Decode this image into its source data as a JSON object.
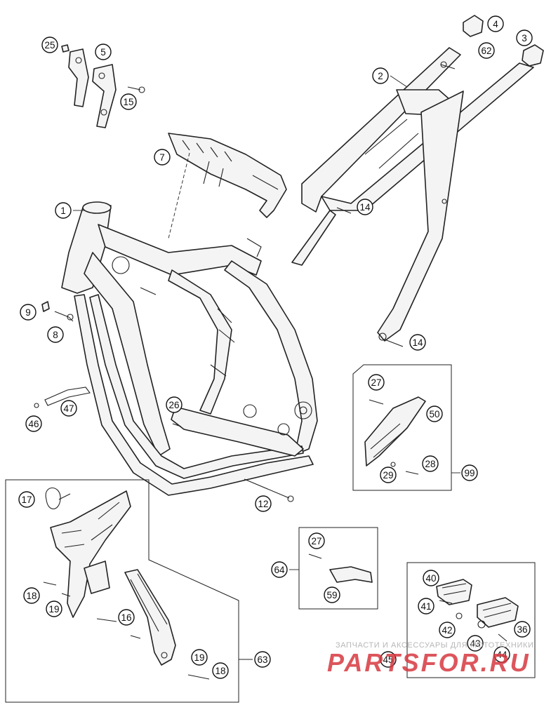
{
  "watermark": {
    "caption": "ЗАПЧАСТИ И АКСЕССУАРЫ ДЛЯ МОТОТЕХНИКИ",
    "brand": "PARTSFOR.RU"
  },
  "callouts": {
    "c1": "1",
    "c2": "2",
    "c3": "3",
    "c4": "4",
    "c5": "5",
    "c7": "7",
    "c8": "8",
    "c9": "9",
    "c12": "12",
    "c14a": "14",
    "c14b": "14",
    "c15": "15",
    "c16": "16",
    "c17": "17",
    "c18a": "18",
    "c18b": "18",
    "c19a": "19",
    "c19b": "19",
    "c25": "25",
    "c26": "26",
    "c27a": "27",
    "c27b": "27",
    "c28": "28",
    "c29": "29",
    "c36": "36",
    "c40": "40",
    "c41": "41",
    "c42": "42",
    "c43": "43",
    "c44": "44",
    "c45": "45",
    "c46": "46",
    "c47": "47",
    "c50": "50",
    "c59": "59",
    "c62": "62",
    "c63": "63",
    "c64": "64",
    "c99": "99"
  },
  "colors": {
    "line": "#222222",
    "watermark": "#d63840"
  }
}
